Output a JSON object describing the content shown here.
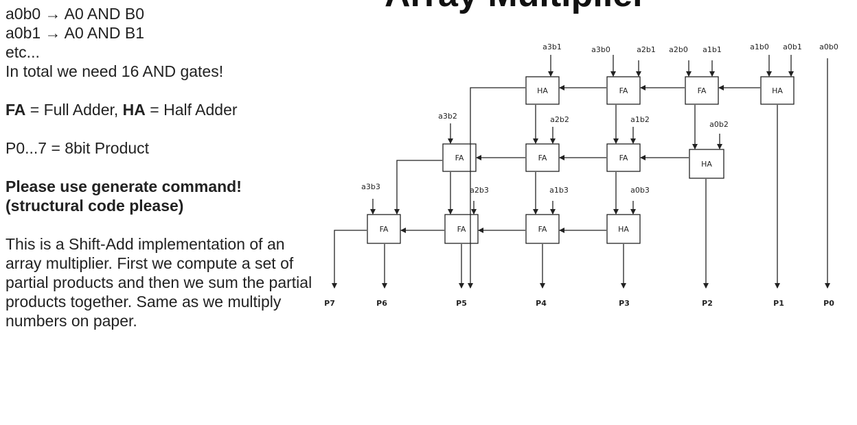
{
  "title": "Array Multiplier",
  "notes": {
    "line1": "a0b0 → A0 AND B0",
    "line2": "a0b1 → A0 AND B1",
    "line3": "etc...",
    "line4": "In total we need 16 AND gates!",
    "fa_bold": "FA",
    "fa_text": " = Full Adder, ",
    "ha_bold": "HA",
    "ha_text": " = Half Adder",
    "product": "P0...7 = 8bit Product",
    "please1": "Please use generate command!",
    "please2": "(structural code please)",
    "para": "This is a Shift-Add implementation of an array multiplier. First we compute a set of partial products and then we sum the partial products together. Same as we multiply numbers on paper."
  },
  "diagram": {
    "row1": {
      "blocks": [
        "HA",
        "FA",
        "FA",
        "HA"
      ]
    },
    "row2": {
      "blocks": [
        "FA",
        "FA",
        "FA",
        "HA"
      ]
    },
    "row3": {
      "blocks": [
        "FA",
        "FA",
        "FA",
        "HA"
      ]
    },
    "inputs": {
      "a3b1": "a3b1",
      "a3b0": "a3b0",
      "a2b1": "a2b1",
      "a2b0": "a2b0",
      "a1b1": "a1b1",
      "a1b0": "a1b0",
      "a0b1": "a0b1",
      "a0b0": "a0b0",
      "a3b2": "a3b2",
      "a2b2": "a2b2",
      "a1b2": "a1b2",
      "a0b2": "a0b2",
      "a3b3": "a3b3",
      "a2b3": "a2b3",
      "a1b3": "a1b3",
      "a0b3": "a0b3"
    },
    "outputs": [
      "P7",
      "P6",
      "P5",
      "P4",
      "P3",
      "P2",
      "P1",
      "P0"
    ]
  }
}
